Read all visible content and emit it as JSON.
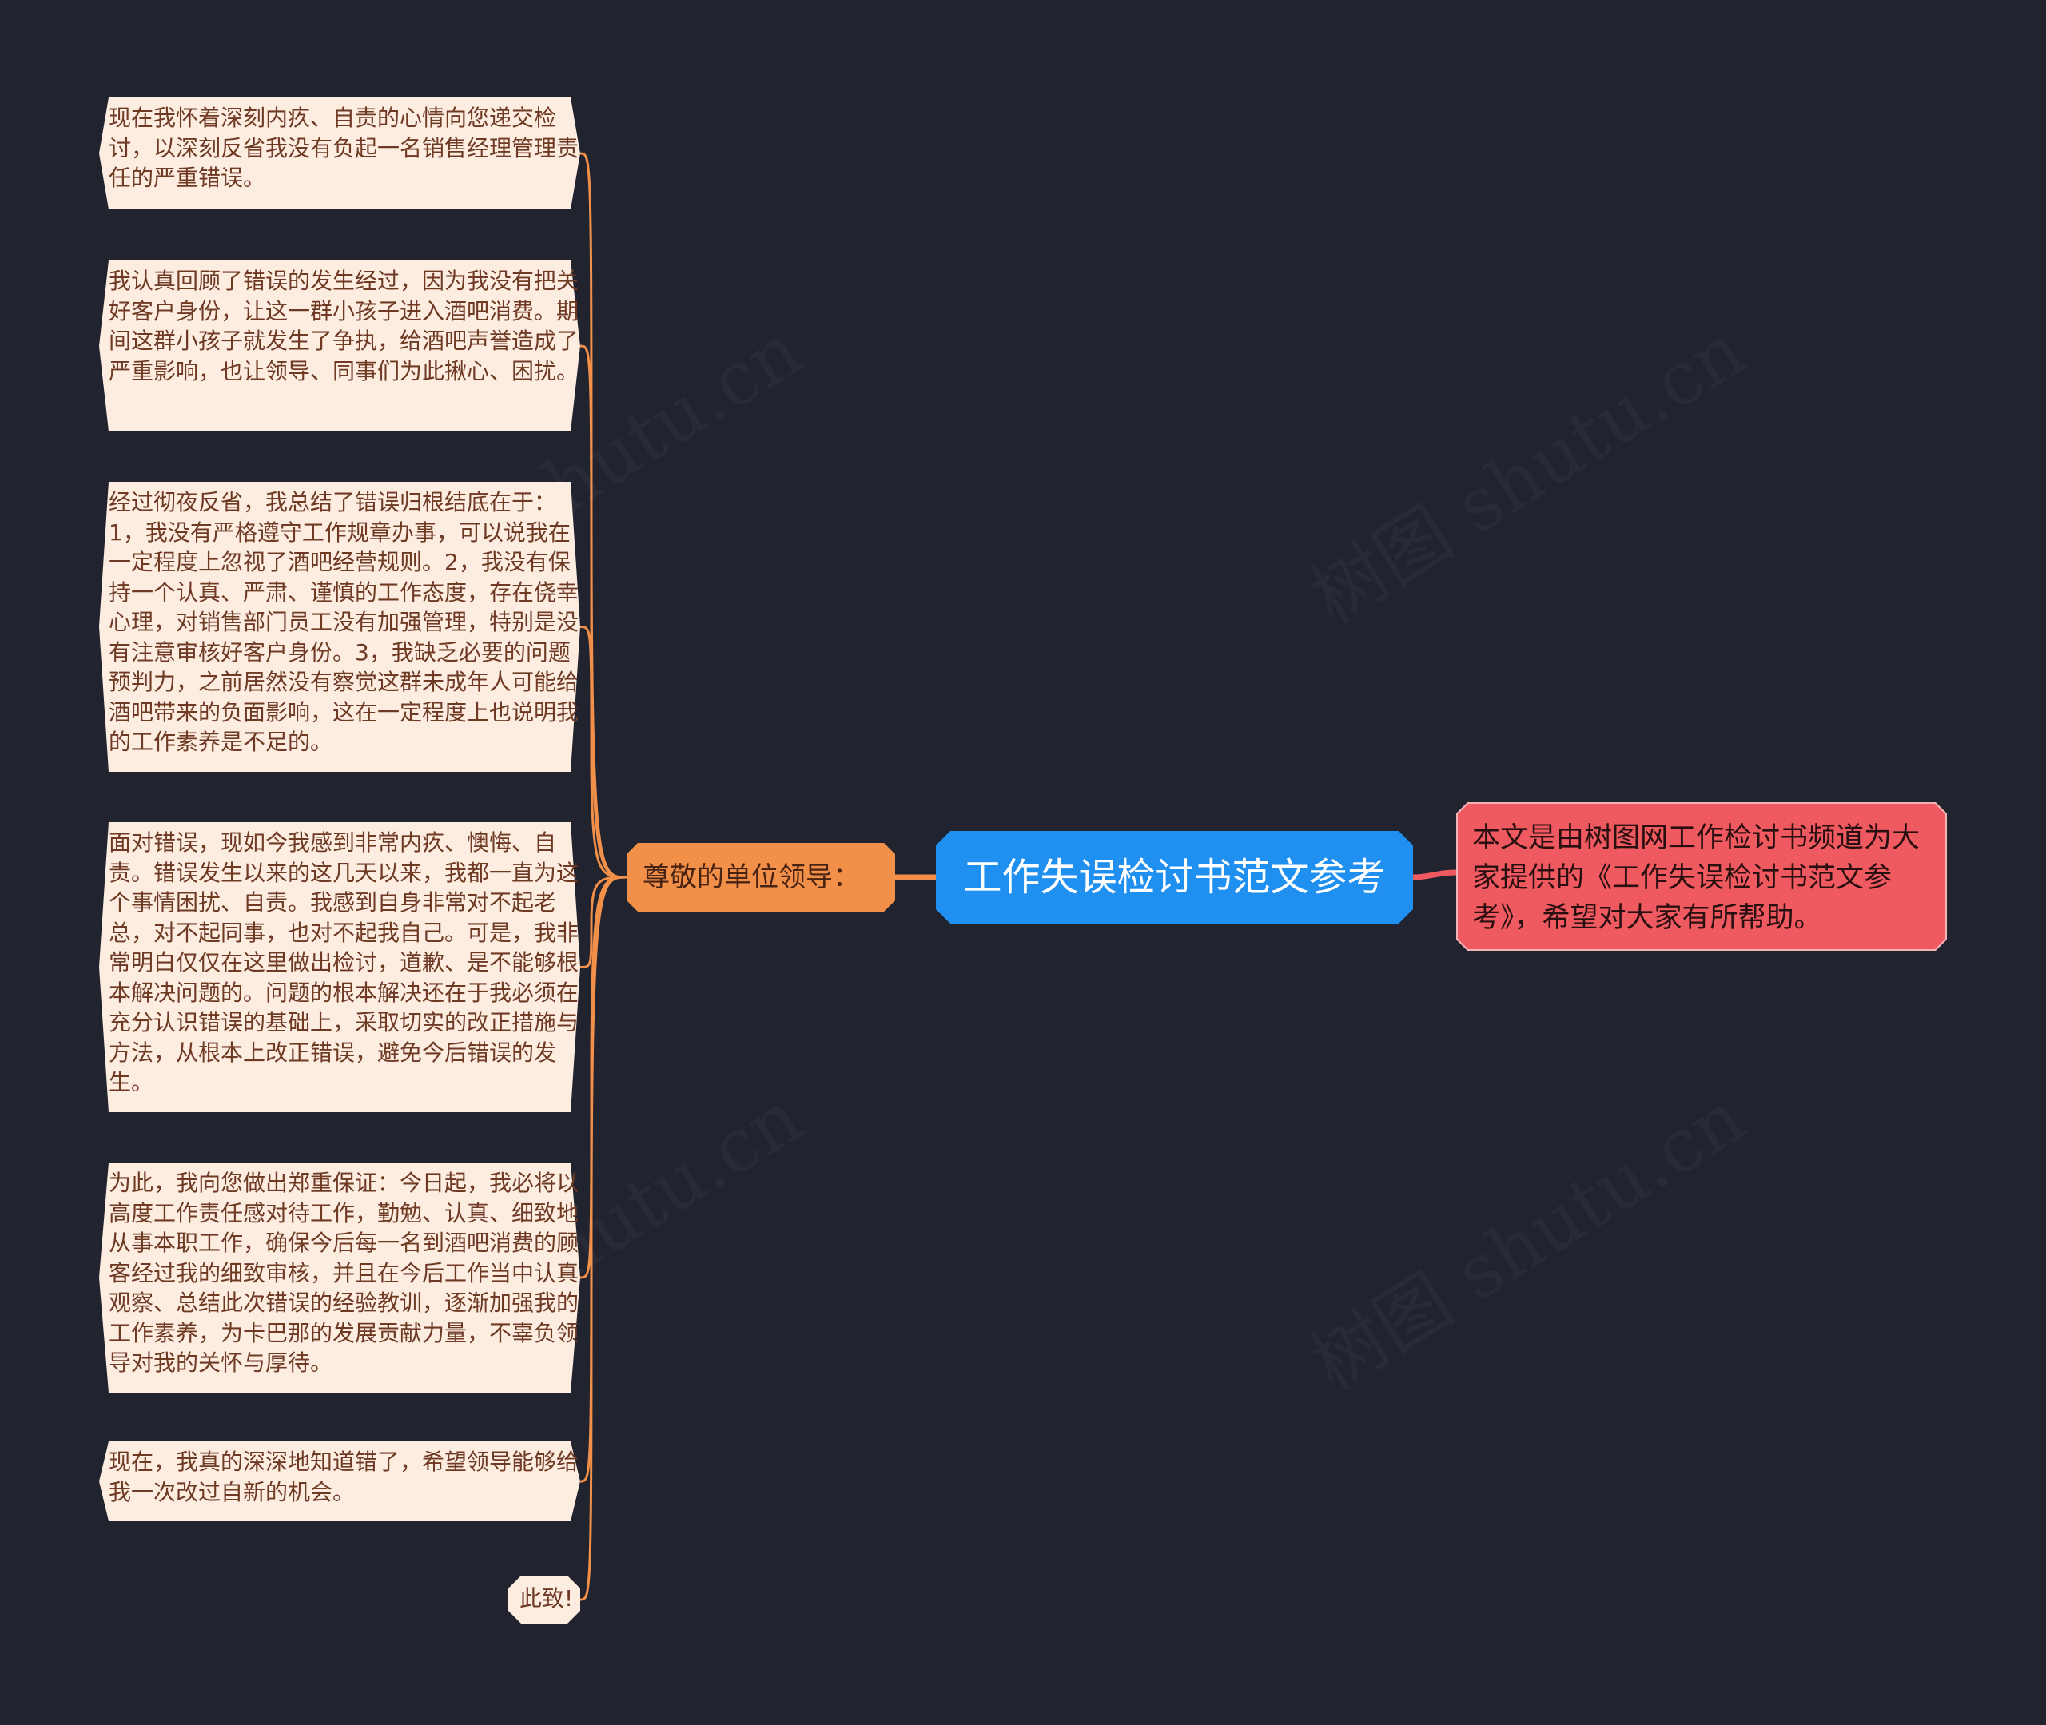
{
  "root": {
    "label": "工作失误检讨书范文参考",
    "color": "#1f8ff0"
  },
  "branch": {
    "label": "尊敬的单位领导：",
    "color": "#f2904a"
  },
  "summary": {
    "text": "本文是由树图网工作检讨书频道为大家提供的《工作失误检讨书范文参考》，希望对大家有所帮助。",
    "color": "#ef5a60"
  },
  "paragraphs": [
    "现在我怀着深刻内疚、自责的心情向您递交检讨，以深刻反省我没有负起一名销售经理管理责任的严重错误。",
    "我认真回顾了错误的发生经过，因为我没有把关好客户身份，让这一群小孩子进入酒吧消费。期间这群小孩子就发生了争执，给酒吧声誉造成了严重影响，也让领导、同事们为此揪心、困扰。",
    "经过彻夜反省，我总结了错误归根结底在于：1，我没有严格遵守工作规章办事，可以说我在一定程度上忽视了酒吧经营规则。2，我没有保持一个认真、严肃、谨慎的工作态度，存在侥幸心理，对销售部门员工没有加强管理，特别是没有注意审核好客户身份。3，我缺乏必要的问题预判力，之前居然没有察觉这群未成年人可能给酒吧带来的负面影响，这在一定程度上也说明我的工作素养是不足的。",
    "面对错误，现如今我感到非常内疚、懊悔、自责。错误发生以来的这几天以来，我都一直为这个事情困扰、自责。我感到自身非常对不起老总，对不起同事，也对不起我自己。可是，我非常明白仅仅在这里做出检讨，道歉、是不能够根本解决问题的。问题的根本解决还在于我必须在充分认识错误的基础上，采取切实的改正措施与方法，从根本上改正错误，避免今后错误的发生。",
    "为此，我向您做出郑重保证：今日起，我必将以高度工作责任感对待工作，勤勉、认真、细致地从事本职工作，确保今后每一名到酒吧消费的顾客经过我的细致审核，并且在今后工作当中认真观察、总结此次错误的经验教训，逐渐加强我的工作素养，为卡巴那的发展贡献力量，不辜负领导对我的关怀与厚待。",
    "现在，我真的深深地知道错了，希望领导能够给我一次改过自新的机会。",
    "此致!"
  ],
  "watermark": "树图 shutu.cn",
  "colors": {
    "background": "#21232f",
    "leaf": "#fdece0",
    "connector": "#f2904a",
    "summary_connector": "#ef5a60"
  }
}
